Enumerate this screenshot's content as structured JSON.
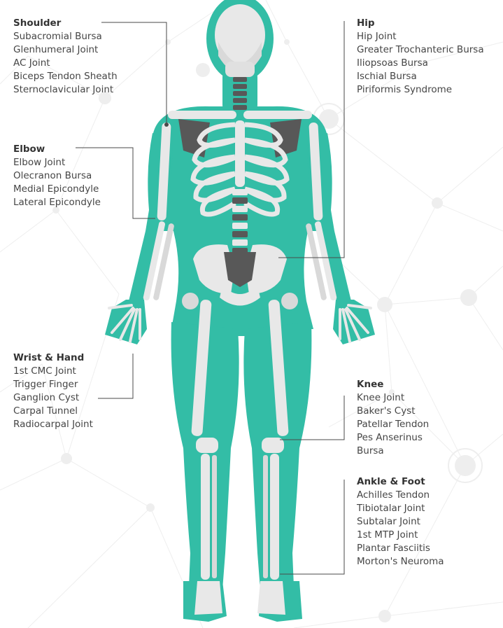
{
  "colors": {
    "body": "#33bda6",
    "bone": "#e8e8e8",
    "bone_shadow": "#c9c9c9",
    "dark": "#585858",
    "leader": "#4a4a4a",
    "network": "#eeeeee"
  },
  "groups": {
    "shoulder": {
      "title": "Shoulder",
      "items": [
        "Subacromial Bursa",
        "Glenhumeral Joint",
        "AC Joint",
        "Biceps Tendon Sheath",
        "Sternoclavicular Joint"
      ]
    },
    "elbow": {
      "title": "Elbow",
      "items": [
        "Elbow Joint",
        "Olecranon Bursa",
        "Medial Epicondyle",
        "Lateral Epicondyle"
      ]
    },
    "wrist": {
      "title": "Wrist & Hand",
      "items": [
        "1st CMC Joint",
        "Trigger Finger",
        "Ganglion Cyst",
        "Carpal Tunnel",
        "Radiocarpal Joint"
      ]
    },
    "hip": {
      "title": "Hip",
      "items": [
        "Hip Joint",
        "Greater Trochanteric Bursa",
        "Iliopsoas Bursa",
        "Ischial Bursa",
        "Piriformis Syndrome"
      ]
    },
    "knee": {
      "title": "Knee",
      "items": [
        "Knee Joint",
        "Baker's Cyst",
        "Patellar Tendon",
        "Pes Anserinus",
        "Bursa"
      ]
    },
    "ankle": {
      "title": "Ankle & Foot",
      "items": [
        "Achilles Tendon",
        "Tibiotalar Joint",
        "Subtalar Joint",
        "1st MTP Joint",
        "Plantar Fasciitis",
        "Morton's Neuroma"
      ]
    }
  }
}
